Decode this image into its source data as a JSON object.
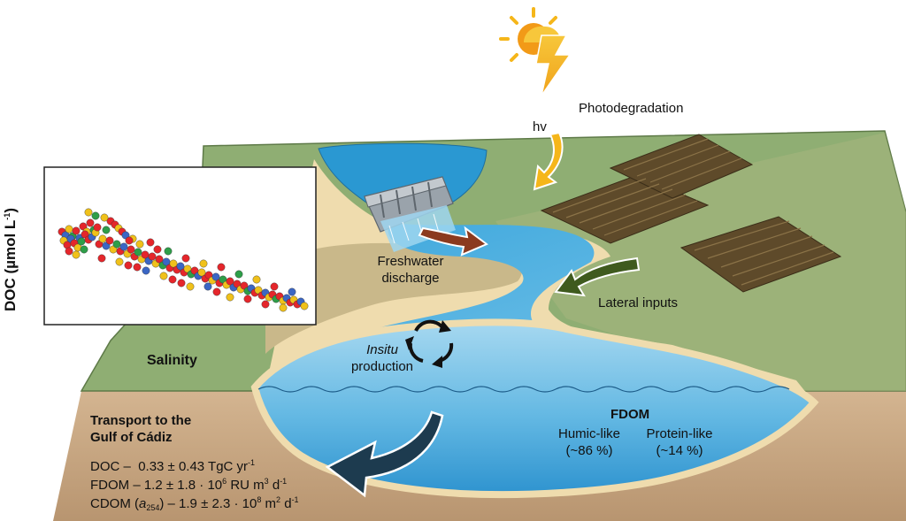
{
  "labels": {
    "photodegradation": "Photodegradation",
    "hv": "hv",
    "freshwater_discharge_1": "Freshwater",
    "freshwater_discharge_2": "discharge",
    "lateral_inputs": "Lateral inputs",
    "insitu": "Insitu",
    "production": "production",
    "salinity": "Salinity",
    "doc_axis_main": "DOC (",
    "doc_axis_mu": "µmol L",
    "doc_axis_exp": "-1",
    "doc_axis_close": ")",
    "fdom_title": "FDOM",
    "humic_like": "Humic-like",
    "humic_pct": "(~86 %)",
    "protein_like": "Protein-like",
    "protein_pct": "(~14 %)",
    "transport_1": "Transport to the",
    "transport_2": "Gulf of Cádiz"
  },
  "fluxes": {
    "doc_name": "DOC –",
    "doc_value": "0.33 ± 0.43 TgC yr",
    "doc_exp": "-1",
    "fdom_name": "FDOM –",
    "fdom_value": "1.2 ± 1.8 · 10",
    "fdom_exp": "6",
    "fdom_unit": " RU m",
    "fdom_unit_exp": "3",
    "fdom_unit2": " d",
    "fdom_unit2_exp": "-1",
    "cdom_name": "CDOM (",
    "cdom_a": "a",
    "cdom_sub": "254",
    "cdom_rest": ") – 1.9 ± 2.3 · 10",
    "cdom_exp": "8",
    "cdom_unit": " m",
    "cdom_unit_exp": "2",
    "cdom_unit2": " d",
    "cdom_unit2_exp": "-1"
  },
  "colors": {
    "land_green": "#8fae73",
    "land_brown": "#c9a985",
    "water_light": "#9fd3ee",
    "water_deep": "#3a9fd6",
    "sand": "#efdcae",
    "dam_arrow": "#8b3a1f",
    "lateral_arrow": "#3f5a1e",
    "transport_arrow": "#1d3b4f",
    "sun_yellow": "#f5b61a",
    "sun_orange": "#f29a17",
    "field_dark": "#5e4a2a",
    "cycle_arrows": "#111111"
  },
  "scatter": {
    "series_colors": [
      "#e5262b",
      "#3b66c4",
      "#f0c11a",
      "#2e9e49"
    ],
    "points": [
      [
        10,
        30,
        0
      ],
      [
        14,
        34,
        1
      ],
      [
        18,
        27,
        2
      ],
      [
        22,
        35,
        3
      ],
      [
        26,
        29,
        0
      ],
      [
        30,
        37,
        1
      ],
      [
        34,
        24,
        0
      ],
      [
        38,
        30,
        2
      ],
      [
        42,
        20,
        0
      ],
      [
        46,
        28,
        3
      ],
      [
        12,
        40,
        2
      ],
      [
        16,
        45,
        0
      ],
      [
        20,
        38,
        1
      ],
      [
        24,
        43,
        0
      ],
      [
        28,
        48,
        2
      ],
      [
        32,
        41,
        3
      ],
      [
        36,
        33,
        0
      ],
      [
        40,
        39,
        0
      ],
      [
        44,
        36,
        1
      ],
      [
        48,
        31,
        2
      ],
      [
        50,
        25,
        0
      ],
      [
        52,
        44,
        0
      ],
      [
        56,
        38,
        2
      ],
      [
        60,
        46,
        1
      ],
      [
        64,
        40,
        0
      ],
      [
        68,
        50,
        2
      ],
      [
        72,
        44,
        3
      ],
      [
        76,
        52,
        0
      ],
      [
        80,
        47,
        1
      ],
      [
        84,
        55,
        2
      ],
      [
        88,
        50,
        0
      ],
      [
        92,
        58,
        0
      ],
      [
        96,
        53,
        3
      ],
      [
        100,
        61,
        2
      ],
      [
        104,
        56,
        0
      ],
      [
        108,
        63,
        1
      ],
      [
        112,
        58,
        0
      ],
      [
        116,
        66,
        2
      ],
      [
        120,
        61,
        0
      ],
      [
        124,
        68,
        3
      ],
      [
        128,
        64,
        1
      ],
      [
        132,
        71,
        0
      ],
      [
        136,
        66,
        2
      ],
      [
        140,
        73,
        0
      ],
      [
        144,
        69,
        1
      ],
      [
        148,
        76,
        0
      ],
      [
        152,
        72,
        2
      ],
      [
        156,
        78,
        3
      ],
      [
        160,
        74,
        0
      ],
      [
        164,
        80,
        1
      ],
      [
        168,
        76,
        2
      ],
      [
        172,
        83,
        0
      ],
      [
        176,
        79,
        0
      ],
      [
        180,
        85,
        2
      ],
      [
        184,
        81,
        1
      ],
      [
        188,
        88,
        0
      ],
      [
        192,
        84,
        3
      ],
      [
        196,
        90,
        2
      ],
      [
        200,
        86,
        0
      ],
      [
        204,
        93,
        1
      ],
      [
        208,
        89,
        0
      ],
      [
        212,
        95,
        2
      ],
      [
        216,
        91,
        0
      ],
      [
        220,
        97,
        3
      ],
      [
        224,
        94,
        1
      ],
      [
        228,
        99,
        0
      ],
      [
        232,
        96,
        2
      ],
      [
        236,
        102,
        0
      ],
      [
        240,
        99,
        1
      ],
      [
        244,
        104,
        2
      ],
      [
        248,
        101,
        0
      ],
      [
        252,
        106,
        3
      ],
      [
        256,
        103,
        0
      ],
      [
        260,
        108,
        2
      ],
      [
        264,
        105,
        1
      ],
      [
        268,
        110,
        0
      ],
      [
        272,
        107,
        2
      ],
      [
        276,
        112,
        0
      ],
      [
        280,
        109,
        1
      ],
      [
        284,
        114,
        2
      ],
      [
        40,
        8,
        2
      ],
      [
        60,
        28,
        3
      ],
      [
        90,
        38,
        2
      ],
      [
        110,
        42,
        0
      ],
      [
        130,
        52,
        3
      ],
      [
        150,
        60,
        0
      ],
      [
        170,
        66,
        2
      ],
      [
        190,
        70,
        0
      ],
      [
        210,
        78,
        3
      ],
      [
        230,
        84,
        2
      ],
      [
        250,
        92,
        0
      ],
      [
        270,
        98,
        1
      ],
      [
        95,
        70,
        0
      ],
      [
        125,
        80,
        2
      ],
      [
        145,
        88,
        0
      ],
      [
        175,
        92,
        1
      ],
      [
        200,
        104,
        2
      ],
      [
        220,
        106,
        0
      ],
      [
        240,
        112,
        0
      ],
      [
        260,
        116,
        2
      ],
      [
        18,
        52,
        0
      ],
      [
        26,
        56,
        2
      ],
      [
        35,
        50,
        3
      ],
      [
        55,
        60,
        0
      ],
      [
        75,
        64,
        2
      ],
      [
        85,
        68,
        0
      ],
      [
        105,
        74,
        1
      ],
      [
        135,
        84,
        0
      ],
      [
        155,
        92,
        2
      ],
      [
        185,
        98,
        0
      ],
      [
        65,
        18,
        0
      ],
      [
        70,
        22,
        0
      ],
      [
        74,
        26,
        2
      ],
      [
        78,
        30,
        0
      ],
      [
        82,
        34,
        1
      ],
      [
        58,
        14,
        2
      ],
      [
        48,
        12,
        3
      ],
      [
        86,
        40,
        0
      ],
      [
        98,
        44,
        2
      ],
      [
        118,
        50,
        0
      ]
    ]
  }
}
